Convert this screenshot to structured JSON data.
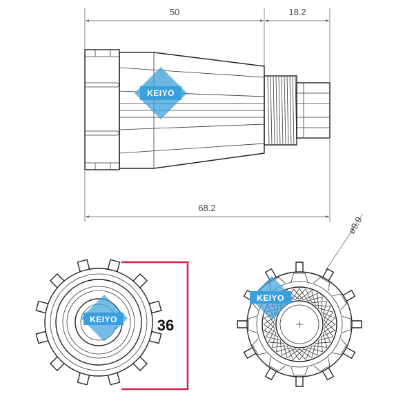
{
  "dimensions": {
    "top_body_length": "50",
    "top_thread_length": "18.2",
    "overall_length": "68.2",
    "diameter": "ø9.9",
    "nut_height": "36"
  },
  "logo": {
    "text": "KEIYO",
    "color": "#3aa0dc"
  },
  "colors": {
    "highlight_bracket": "#d6204a",
    "line": "#222222"
  }
}
